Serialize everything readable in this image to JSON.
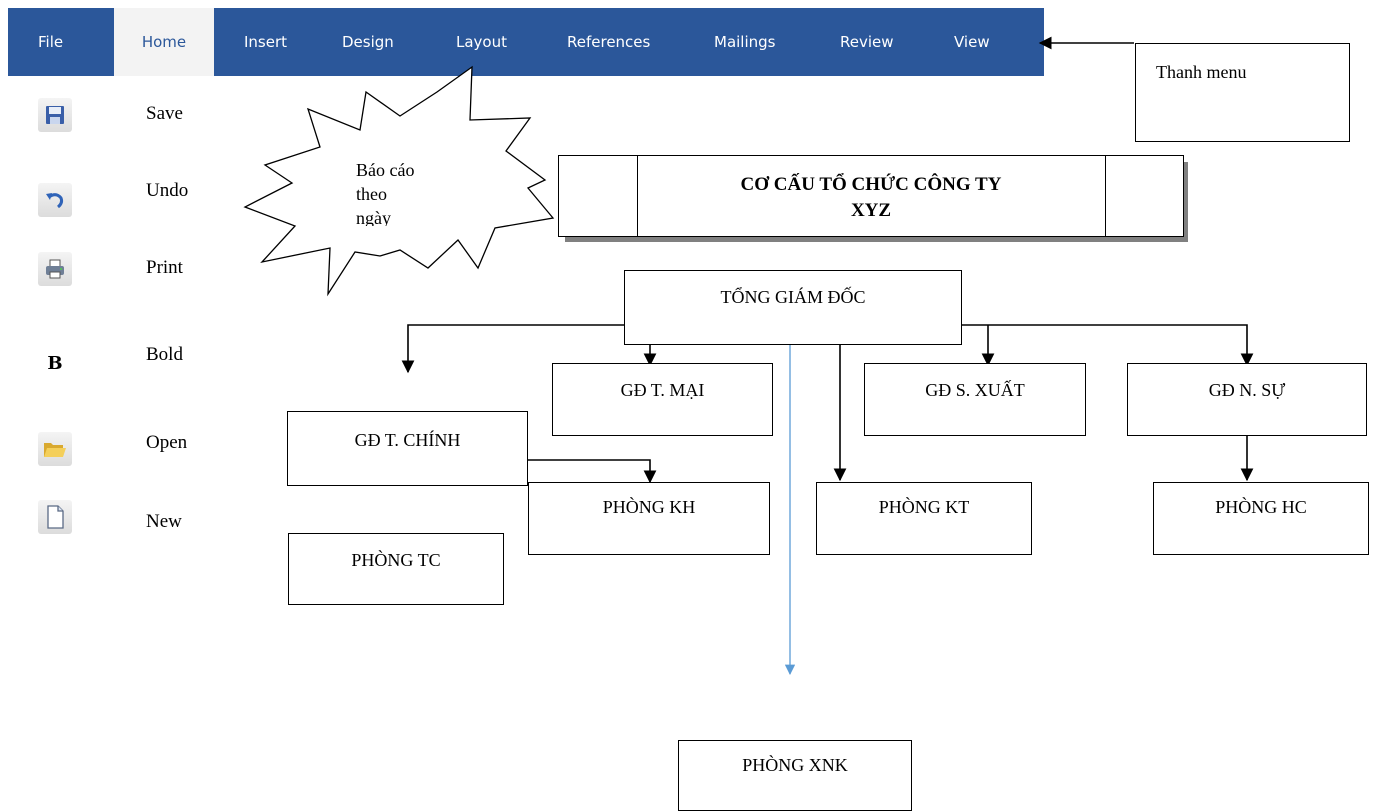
{
  "menu": {
    "tabs": [
      "File",
      "Home",
      "Insert",
      "Design",
      "Layout",
      "References",
      "Mailings",
      "Review",
      "View"
    ],
    "active": "Home",
    "color": "#2b579a"
  },
  "callout_menu": "Thanh menu",
  "toolbar": {
    "items": [
      {
        "label": "Save",
        "icon": "save-icon"
      },
      {
        "label": "Undo",
        "icon": "undo-icon"
      },
      {
        "label": "Print",
        "icon": "print-icon"
      },
      {
        "label": "Bold",
        "icon": "bold-icon"
      },
      {
        "label": "Open",
        "icon": "open-folder-icon"
      },
      {
        "label": "New",
        "icon": "new-document-icon"
      }
    ]
  },
  "starburst": {
    "line1": "Báo cáo",
    "line2": "theo",
    "line3": "ngày"
  },
  "banner": {
    "line1": "CƠ CẤU TỔ CHỨC CÔNG TY",
    "line2": "XYZ"
  },
  "org": {
    "ceo": "TỔNG GIÁM ĐỐC",
    "gd_tmai": "GĐ T. MẠI",
    "gd_sxuat": "GĐ S. XUẤT",
    "gd_nsu": "GĐ N. SỰ",
    "gd_tchinh": "GĐ T. CHÍNH",
    "phong_kh": "PHÒNG KH",
    "phong_kt": "PHÒNG KT",
    "phong_hc": "PHÒNG HC",
    "phong_tc": "PHÒNG TC",
    "phong_xnk": "PHÒNG XNK"
  }
}
